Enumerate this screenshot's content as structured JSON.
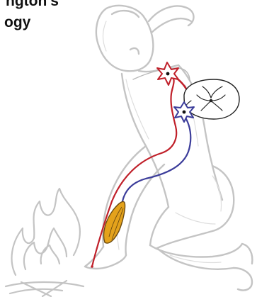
{
  "title": {
    "line_1": "ngton's",
    "line_2": "ogy"
  },
  "colors": {
    "sketch": "#c4c4c4",
    "sketch_shadow": "#dedede",
    "sensory_nerve": "#c0202a",
    "motor_nerve": "#3b3c9a",
    "neuron_fill": "#ffffff",
    "muscle_fill": "#e4a21b",
    "spinal_outline": "#222222",
    "nerve_background": "#b8b8b8",
    "text": "#111111"
  },
  "icons": {
    "sensory_neuron": "neuron-star",
    "motor_neuron": "neuron-star",
    "spinal_cord": "spinal-cord-cross-section",
    "muscle": "muscle-spindle",
    "fire": "flame-sketch"
  }
}
